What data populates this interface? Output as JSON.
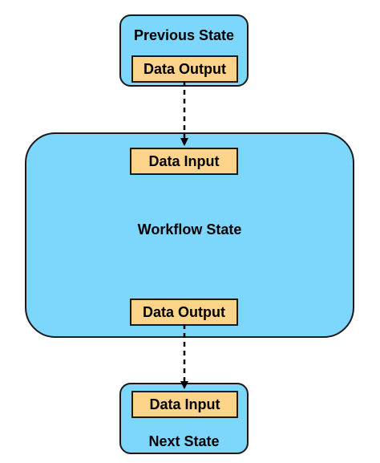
{
  "colors": {
    "state_fill": "#7dd6fc",
    "port_fill": "#fdd48a",
    "border": "#1a1a1a",
    "connector": "#000000"
  },
  "previous_state": {
    "label": "Previous State",
    "output_port": "Data Output"
  },
  "workflow_state": {
    "label": "Workflow State",
    "input_port": "Data Input",
    "output_port": "Data Output"
  },
  "next_state": {
    "label": "Next State",
    "input_port": "Data Input"
  },
  "connectors": [
    {
      "from": "previous_state.output_port",
      "to": "workflow_state.input_port",
      "style": "dashed",
      "arrow": "end"
    },
    {
      "from": "workflow_state.output_port",
      "to": "next_state.input_port",
      "style": "dashed",
      "arrow": "end"
    }
  ]
}
